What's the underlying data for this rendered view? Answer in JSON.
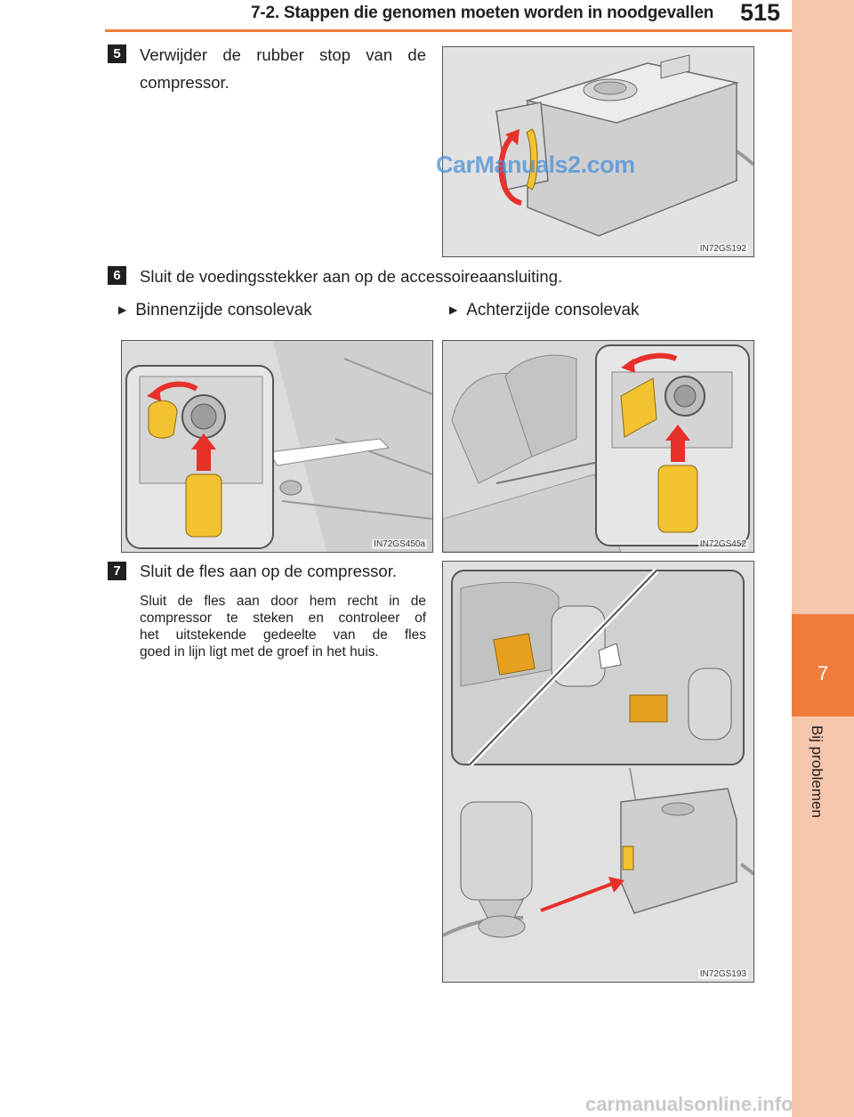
{
  "header": {
    "title": "7-2. Stappen die genomen moeten worden in noodgevallen",
    "page_number": "515"
  },
  "sidebar": {
    "chapter_number": "7",
    "chapter_title": "Bij problemen"
  },
  "steps": [
    {
      "number": "5",
      "text_line1": "Verwijder de rubber stop van de",
      "text_line2": "compressor.",
      "figure_code": "IN72GS192"
    },
    {
      "number": "6",
      "text": "Sluit de voedingsstekker aan op de accessoireaansluiting.",
      "options": [
        {
          "label": "Binnenzijde consolevak",
          "figure_code": "IN72GS450a"
        },
        {
          "label": "Achterzijde consolevak",
          "figure_code": "IN72GS452"
        }
      ]
    },
    {
      "number": "7",
      "text": "Sluit de fles aan op de compressor.",
      "detail_lines": [
        "Sluit de fles aan door hem recht in de",
        "compressor te steken en controleer of",
        "het uitstekende gedeelte van de fles",
        "goed in lijn ligt met de groef in het huis."
      ],
      "figure_code": "IN72GS193"
    }
  ],
  "watermark": "CarManuals2.com",
  "site_mark": "carmanualsonline.info",
  "colors": {
    "accent": "#f07c3c",
    "side_tab": "#f6c6ad",
    "arrow_red": "#e8302a",
    "plug_yellow": "#f2c230"
  }
}
